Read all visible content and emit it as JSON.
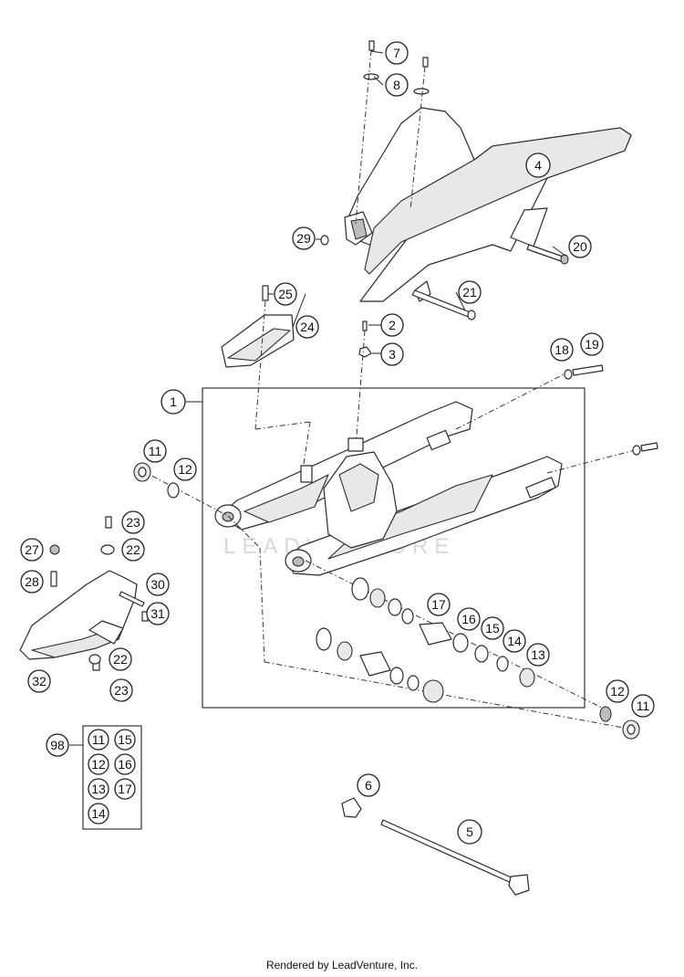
{
  "diagram": {
    "callouts": {
      "c1": "1",
      "c2": "2",
      "c3": "3",
      "c4": "4",
      "c5": "5",
      "c6": "6",
      "c7": "7",
      "c8": "8",
      "c11a": "11",
      "c11b": "11",
      "c12a": "12",
      "c12b": "12",
      "c13": "13",
      "c14": "14",
      "c15": "15",
      "c16": "16",
      "c17": "17",
      "c18": "18",
      "c19": "19",
      "c20": "20",
      "c21": "21",
      "c22a": "22",
      "c22b": "22",
      "c23a": "23",
      "c23b": "23",
      "c24": "24",
      "c25": "25",
      "c27": "27",
      "c28": "28",
      "c29": "29",
      "c30": "30",
      "c31": "31",
      "c32": "32",
      "c98": "98"
    },
    "kit_98": [
      "11",
      "15",
      "12",
      "16",
      "13",
      "17",
      "14"
    ],
    "watermark": "LEADVENTURE"
  },
  "footer": {
    "text": "Rendered by LeadVenture, Inc."
  }
}
